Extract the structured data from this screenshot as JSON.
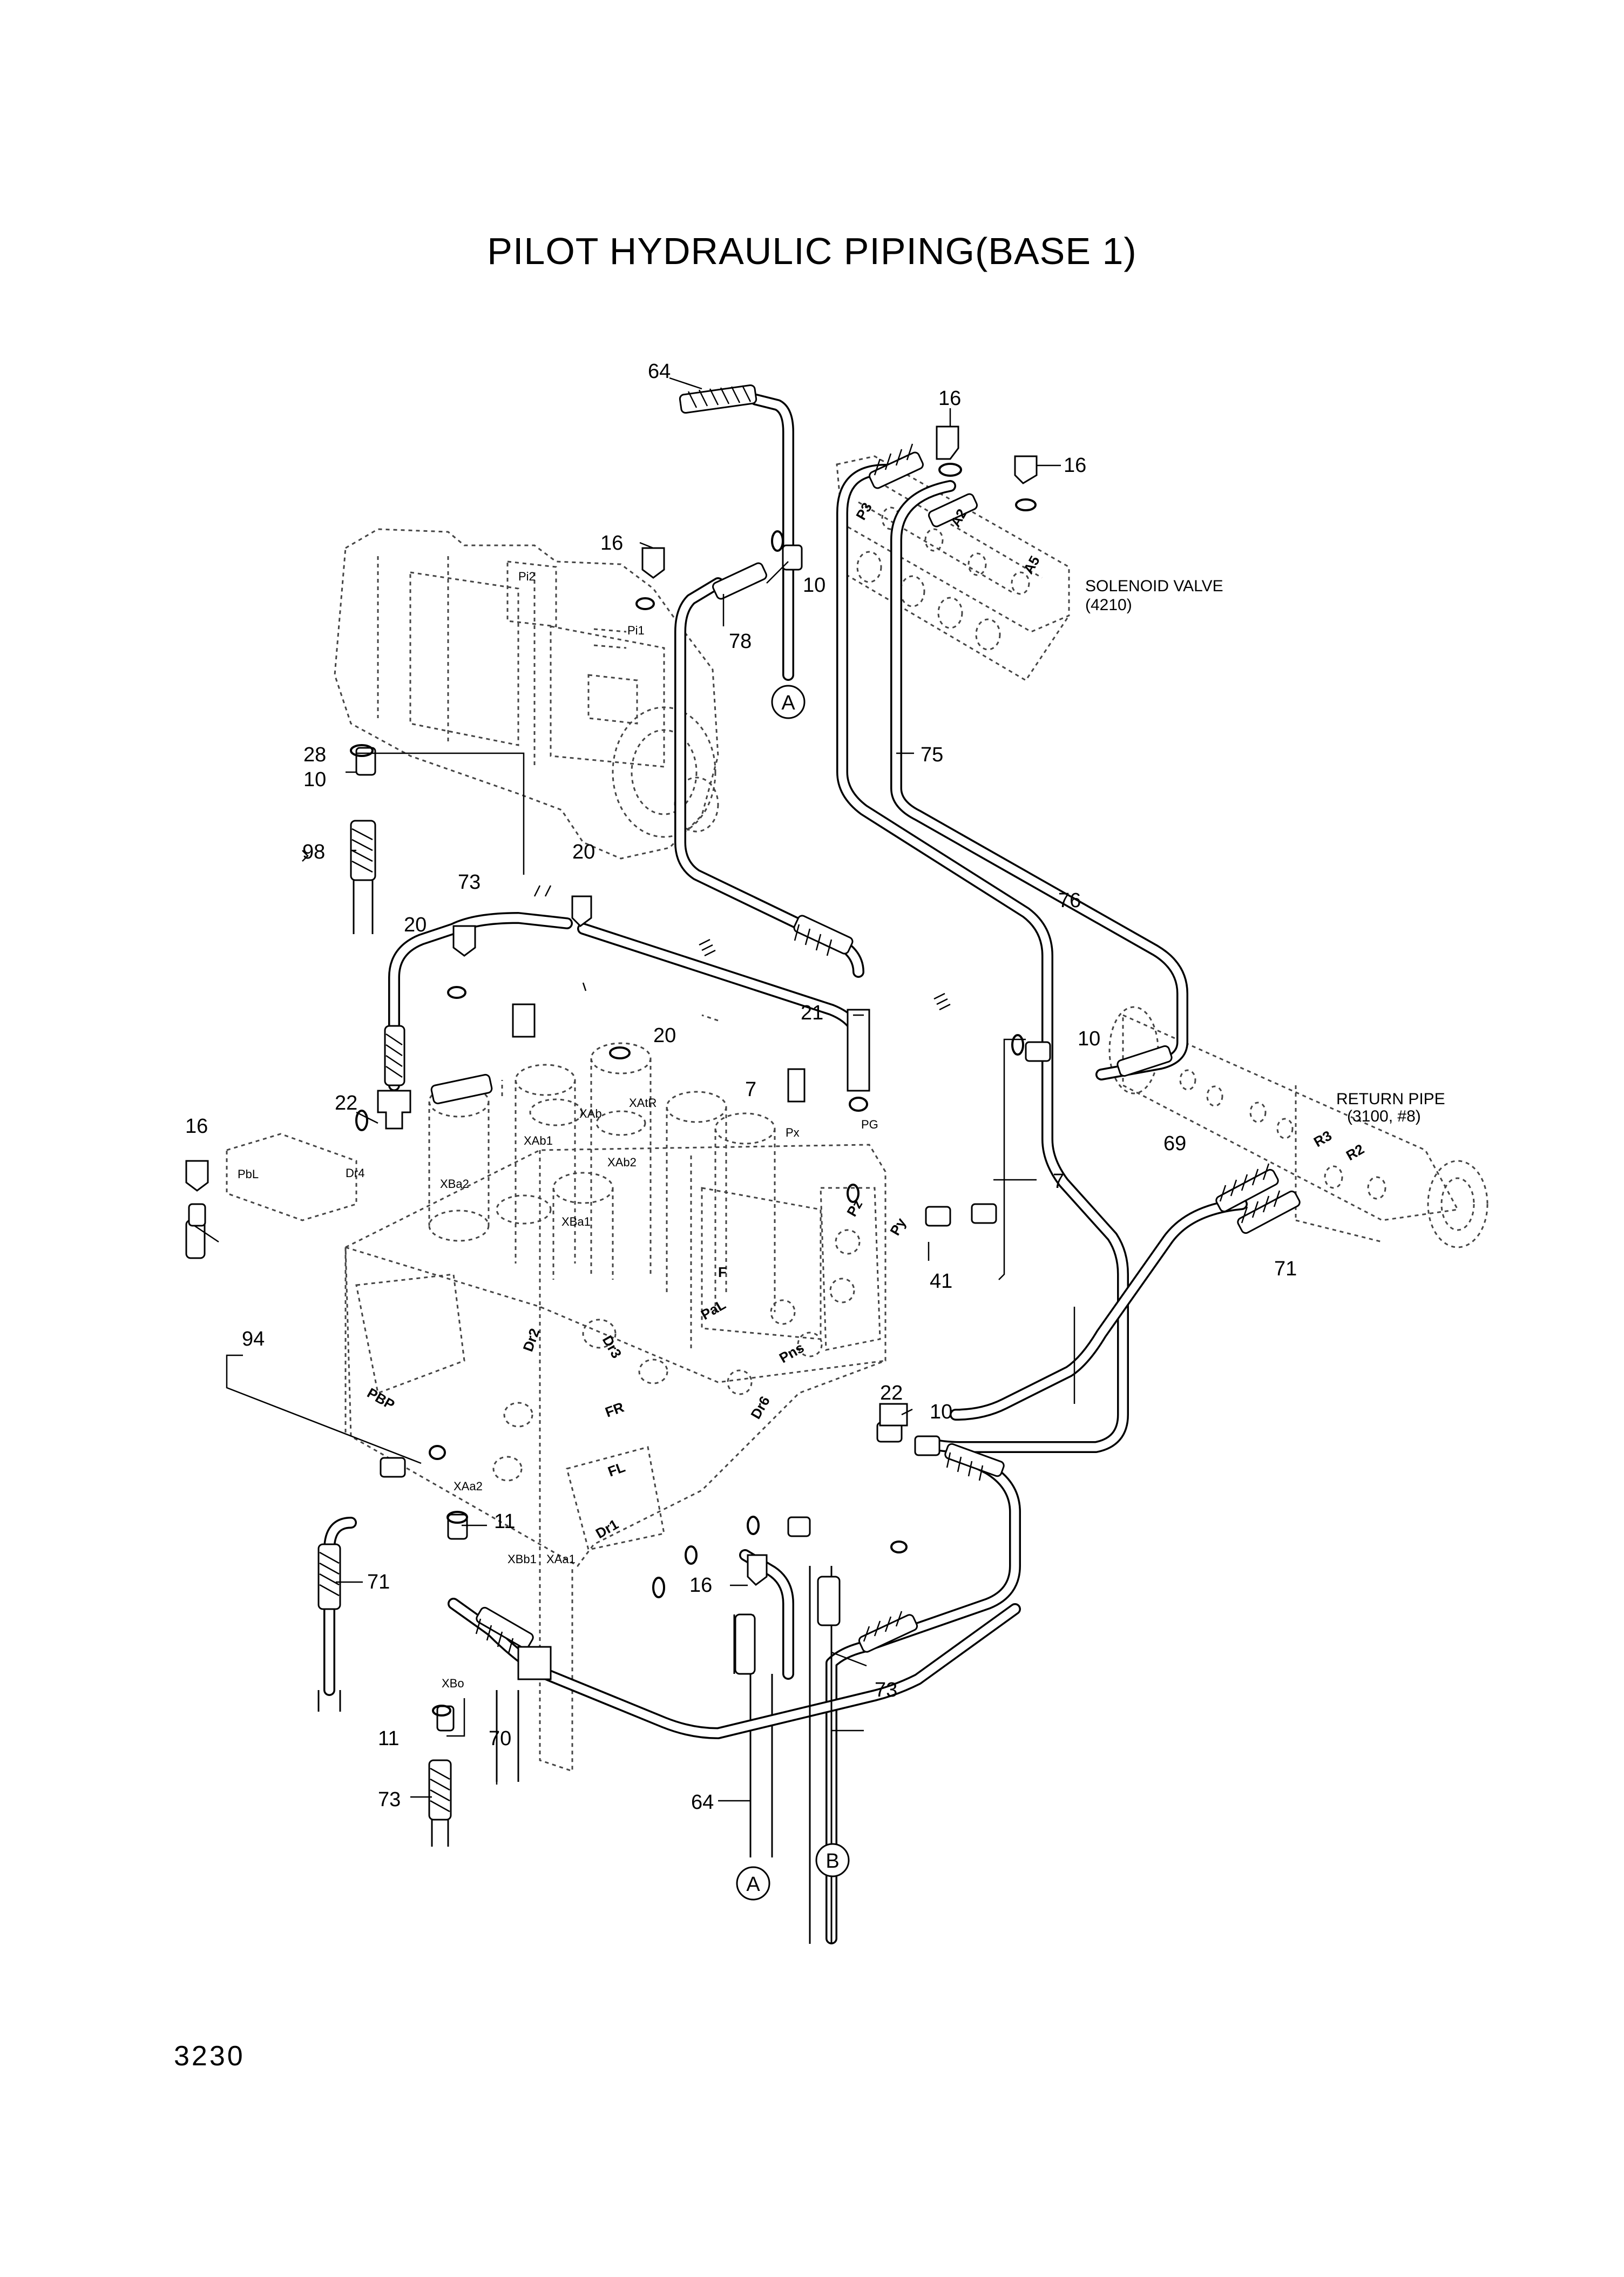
{
  "title": "PILOT HYDRAULIC PIPING(BASE 1)",
  "page_number": "3230",
  "notes": {
    "solenoid_valve": "SOLENOID VALVE",
    "solenoid_valve_ref": "(4210)",
    "return_pipe": "RETURN PIPE",
    "return_pipe_ref": "(3100, #8)"
  },
  "connectors": {
    "a_top": "A",
    "a_bottom": "A",
    "b_bottom": "B"
  },
  "callouts": {
    "c16_top": "16",
    "c16_top_right": "16",
    "c64_top": "64",
    "c16_pump": "16",
    "c10_top": "10",
    "c78": "78",
    "c28": "28",
    "c10_left": "10",
    "c98": "98",
    "c20_pump": "20",
    "c73_top": "73",
    "c75": "75",
    "c76": "76",
    "c20_left": "20",
    "c20_mid": "20",
    "c21": "21",
    "c10_right": "10",
    "c69": "69",
    "c7_top": "7",
    "c7_right": "7",
    "c22_left": "22",
    "c16_left": "16",
    "c41": "41",
    "c71_right": "71",
    "c94": "94",
    "c22_right": "22",
    "c10_lower": "10",
    "c11_mid": "11",
    "c71_left": "71",
    "c16_bottom": "16",
    "c73_right": "73",
    "c11_bottom": "11",
    "c70": "70",
    "c73_bottom": "73",
    "c64_bottom": "64"
  },
  "ports": {
    "pi2": "Pi2",
    "pi1": "Pi1",
    "p3": "P3",
    "a2": "A2",
    "a5": "A5",
    "xab": "XAb",
    "xatr": "XAtR",
    "xab1": "XAb1",
    "xab2": "XAb2",
    "xba2": "XBa2",
    "xba1": "XBa1",
    "pg": "PG",
    "px": "Px",
    "pz": "Pz",
    "py": "Py",
    "pbl": "PbL",
    "dr4": "Dr4",
    "dr2": "Dr2",
    "dr3": "Dr3",
    "pal": "PaL",
    "pns": "Pns",
    "dr6": "Dr6",
    "pbp": "PBP",
    "fr": "FR",
    "fl": "FL",
    "dr1": "Dr1",
    "xaa2": "XAa2",
    "xbb1": "XBb1",
    "xaa1": "XAa1",
    "xbo": "XBo",
    "r3": "R3",
    "r2": "R2",
    "f": "F"
  }
}
